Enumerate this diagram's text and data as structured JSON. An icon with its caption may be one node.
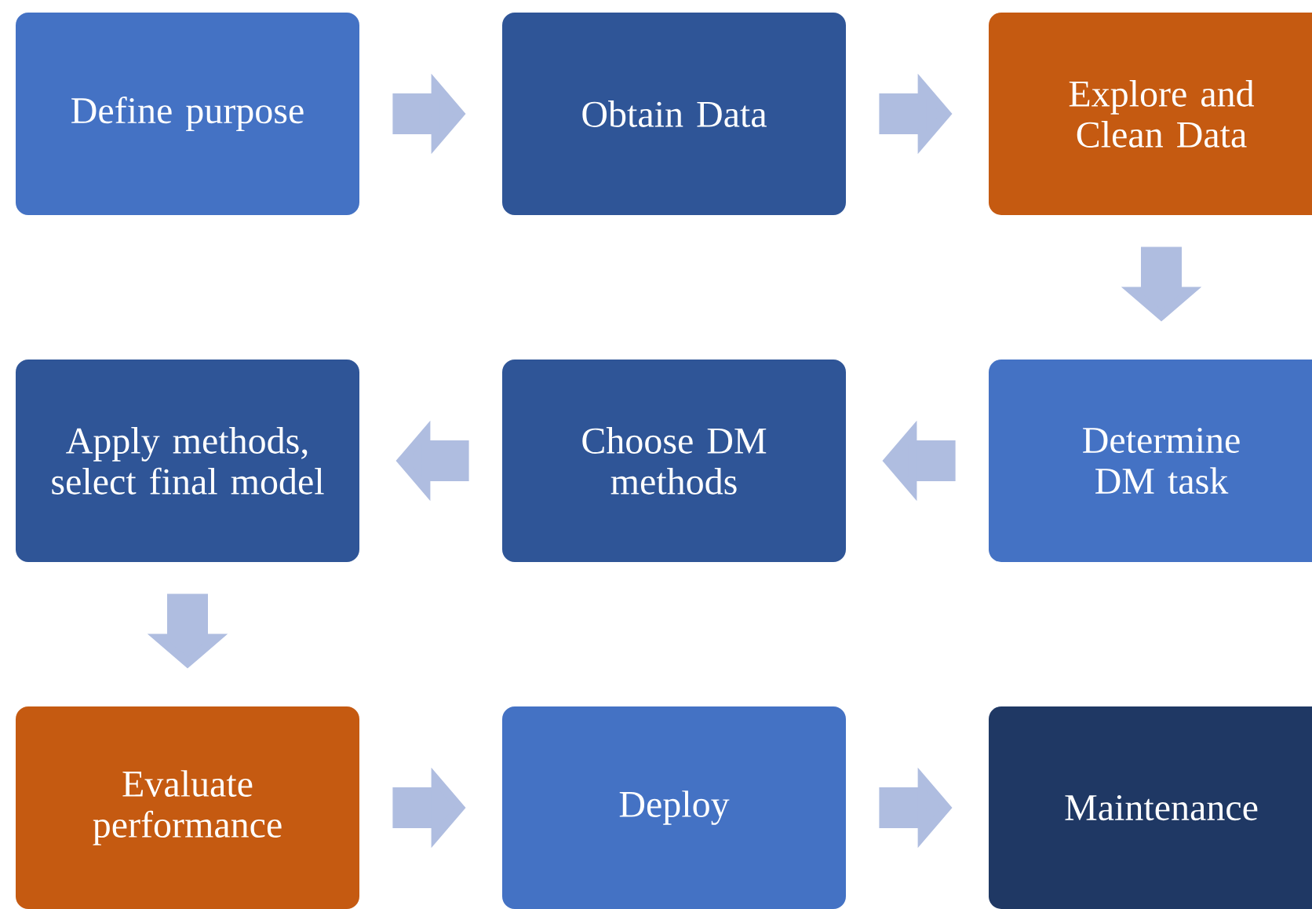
{
  "diagram": {
    "nodes": [
      {
        "text": [
          "Define purpose"
        ]
      },
      {
        "text": [
          "Obtain Data"
        ]
      },
      {
        "text": [
          "Explore and Clean Data"
        ]
      },
      {
        "text": [
          "Apply methods, select final model"
        ]
      },
      {
        "text": [
          "Choose DM methods"
        ]
      },
      {
        "text": [
          "Determine DM task"
        ]
      },
      {
        "text": [
          "Evaluate performance"
        ]
      },
      {
        "text": [
          "Deploy"
        ]
      },
      {
        "text": [
          "Maintenance"
        ]
      }
    ],
    "edges": [
      {
        "from": 0,
        "to": 1,
        "arrow": "to"
      },
      {
        "from": 1,
        "to": 2,
        "arrow": "to"
      },
      {
        "from": 2,
        "to": 5,
        "arrow": "to"
      },
      {
        "from": 5,
        "to": 4,
        "arrow": "to"
      },
      {
        "from": 4,
        "to": 3,
        "arrow": "to"
      },
      {
        "from": 3,
        "to": 6,
        "arrow": "to"
      },
      {
        "from": 6,
        "to": 7,
        "arrow": "to"
      },
      {
        "from": 7,
        "to": 8,
        "arrow": "to"
      }
    ]
  }
}
